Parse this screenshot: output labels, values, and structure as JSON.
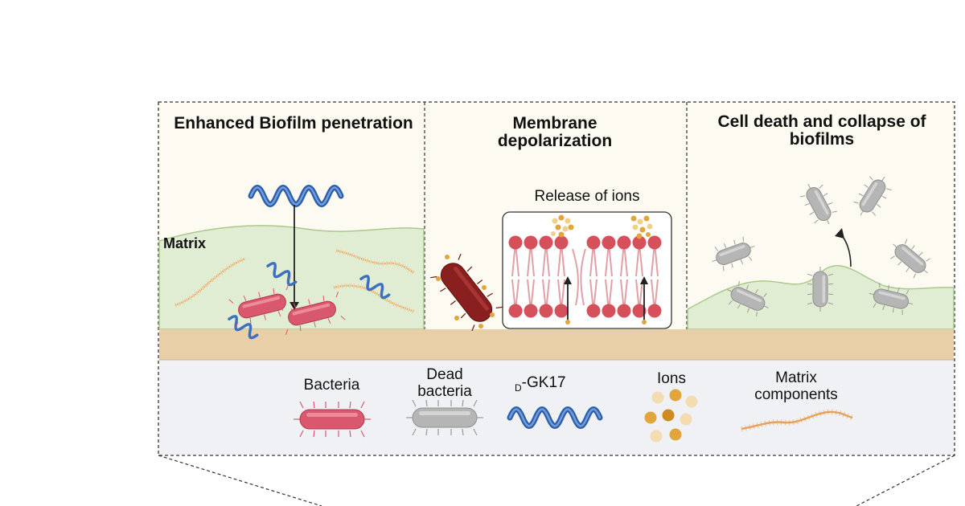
{
  "panels": [
    {
      "title": "Enhanced Biofilm penetration"
    },
    {
      "title": "Membrane depolarization"
    },
    {
      "title": "Cell death and collapse of biofilms"
    }
  ],
  "labels": {
    "matrix": "Matrix",
    "release_of_ions": "Release of ions"
  },
  "legend": {
    "bacteria": "Bacteria",
    "dead_bacteria": "Dead bacteria",
    "peptide_prefix": "D",
    "peptide_name": "-GK17",
    "ions": "Ions",
    "matrix_components": "Matrix components"
  },
  "colors": {
    "panel_bg": "#fdfbf1",
    "matrix_green": "#e1edd3",
    "matrix_outline": "#a8c98a",
    "substrate": "#e8cfa8",
    "legend_bg": "#eff1f4",
    "bacteria": "#d9586e",
    "dead_bacteria": "#b5b5b5",
    "peptide": "#3f6fbf",
    "ion": "#e2a53c",
    "membrane_head": "#d6505c",
    "depolarized_bacterium": "#8a1f1f",
    "matrix_fiber": "#e6a25a"
  }
}
